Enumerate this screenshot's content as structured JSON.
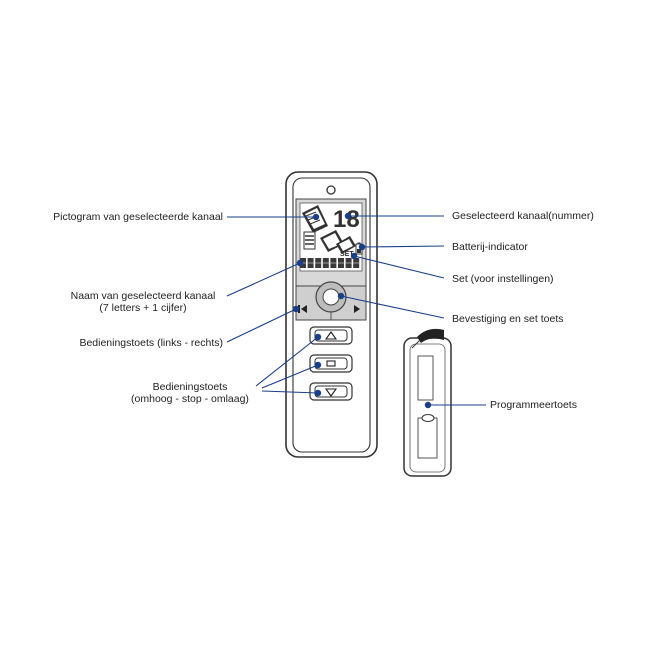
{
  "labels": {
    "pictogram": "Pictogram van geselecteerde kanaal",
    "channel_number": "Geselecteerd kanaal(nummer)",
    "battery": "Batterij-indicator",
    "set": "Set (voor instellingen)",
    "channel_name_line1": "Naam van geselecteerd kanaal",
    "channel_name_line2": "(7 letters + 1 cijfer)",
    "confirm_set": "Bevestiging en set toets",
    "control_lr": "Bedieningstoets (links - rechts)",
    "control_ud_line1": "Bedieningstoets",
    "control_ud_line2": "(omhoog - stop - omlaag)",
    "program_button": "Programmeertoets"
  },
  "display": {
    "channel_digits": "18",
    "set_text": "SET"
  },
  "colors": {
    "callout": "#1a3f8a",
    "outline": "#333333",
    "panel_grey": "#cfcfcf"
  }
}
